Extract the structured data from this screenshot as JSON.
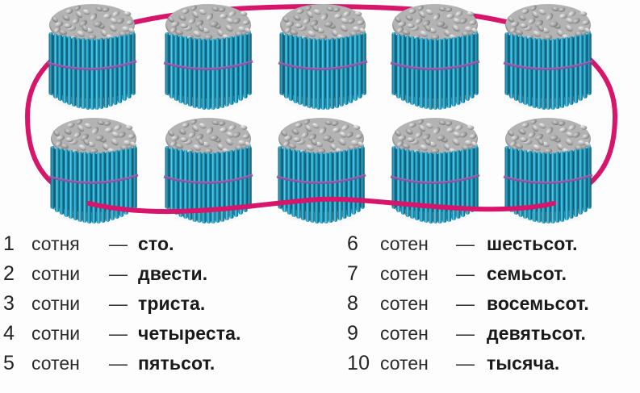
{
  "page": {
    "title": "Сотни — разрядные числа",
    "background_color": "#fdfdfd"
  },
  "illustration": {
    "name": "ten-bundles-of-hundred-sticks",
    "description": "Десять связок счётных палочек по сто, обведённых общим кольцом",
    "bundle_count": 10,
    "rows": 2,
    "columns": 5,
    "sticks_per_bundle": 100,
    "colors": {
      "stick_light": "#4FC3E0",
      "stick_mid": "#1FA0C6",
      "stick_dark": "#11708E",
      "stick_top_light": "#DCDCDC",
      "stick_top_mid": "#A8A8A8",
      "stick_top_dark": "#6E6E6E",
      "bundle_band": "#8B53A3",
      "ring": "#D6156B",
      "background": "#fdfdfd"
    },
    "ring": {
      "name": "thousand-ring",
      "stroke": "#D6156B",
      "stroke_width": 6
    }
  },
  "legend": {
    "left": [
      {
        "num": "1",
        "word": "сотня",
        "dash": "—",
        "value": "сто."
      },
      {
        "num": "2",
        "word": "сотни",
        "dash": "—",
        "value": "двести."
      },
      {
        "num": "3",
        "word": "сотни",
        "dash": "—",
        "value": "триста."
      },
      {
        "num": "4",
        "word": "сотни",
        "dash": "—",
        "value": "четыреста."
      },
      {
        "num": "5",
        "word": "сотен",
        "dash": "—",
        "value": "пятьсот."
      }
    ],
    "right": [
      {
        "num": "6",
        "word": "сотен",
        "dash": "—",
        "value": "шестьсот."
      },
      {
        "num": "7",
        "word": "сотен",
        "dash": "—",
        "value": "семьсот."
      },
      {
        "num": "8",
        "word": "сотен",
        "dash": "—",
        "value": "восемьсот."
      },
      {
        "num": "9",
        "word": "сотен",
        "dash": "—",
        "value": "девятьсот."
      },
      {
        "num": "10",
        "word": "сотен",
        "dash": "—",
        "value": "тысяча."
      }
    ]
  }
}
